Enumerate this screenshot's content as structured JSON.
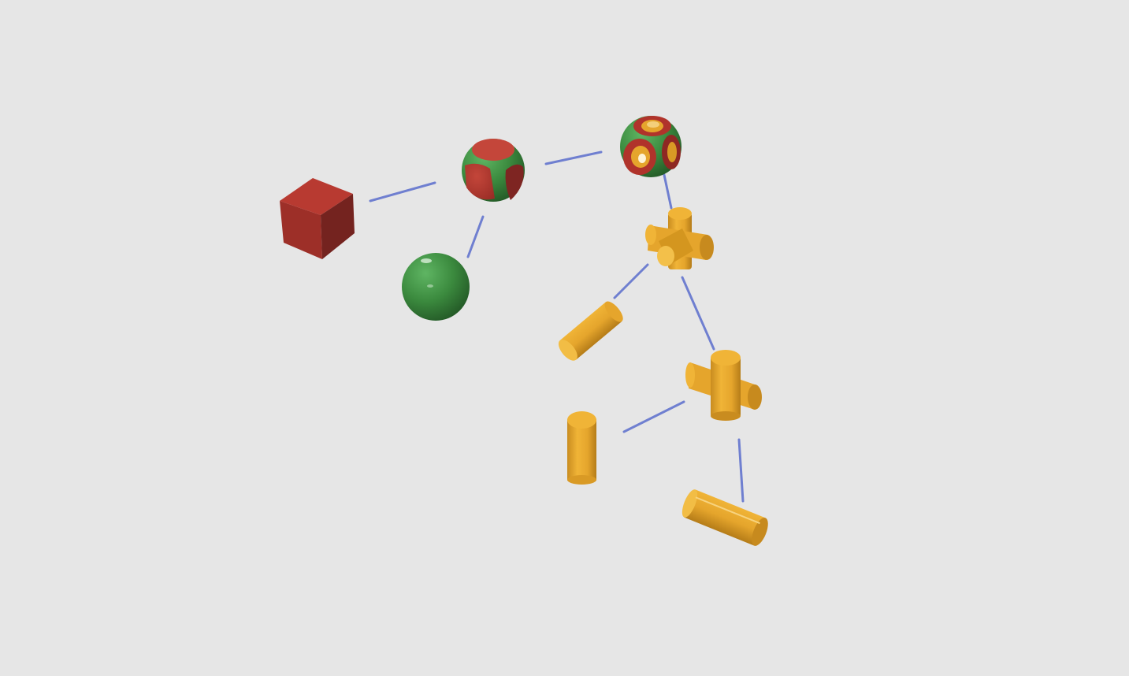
{
  "scene": {
    "kind": "csg-tree",
    "background_color": "#e6e6e6",
    "connector_color": "#6f7fd0",
    "colors": {
      "red": "#b0332b",
      "red_dark": "#7e2522",
      "green": "#3b8a3e",
      "green_dark": "#275f2b",
      "orange": "#e5a52c",
      "orange_dark": "#b8801c"
    },
    "nodes": [
      {
        "id": "result-difference",
        "shape": "rounded-cube-with-cylinder-holes",
        "operation": "difference",
        "colors": [
          "green",
          "red",
          "orange"
        ]
      },
      {
        "id": "intersection",
        "shape": "rounded-cube",
        "operation": "intersection",
        "colors": [
          "green",
          "red"
        ]
      },
      {
        "id": "cube",
        "shape": "cube",
        "colors": [
          "red"
        ]
      },
      {
        "id": "sphere",
        "shape": "sphere",
        "colors": [
          "green"
        ]
      },
      {
        "id": "union-3-cylinders",
        "shape": "three-cylinder-cross",
        "operation": "union",
        "colors": [
          "orange"
        ]
      },
      {
        "id": "cylinder-x",
        "shape": "cylinder",
        "colors": [
          "orange"
        ]
      },
      {
        "id": "union-2-cylinders",
        "shape": "two-cylinder-cross",
        "operation": "union",
        "colors": [
          "orange"
        ]
      },
      {
        "id": "cylinder-y",
        "shape": "cylinder",
        "colors": [
          "orange"
        ]
      },
      {
        "id": "cylinder-z",
        "shape": "cylinder",
        "colors": [
          "orange"
        ]
      }
    ],
    "edges": [
      {
        "from": "result-difference",
        "to": "intersection"
      },
      {
        "from": "result-difference",
        "to": "union-3-cylinders"
      },
      {
        "from": "intersection",
        "to": "cube"
      },
      {
        "from": "intersection",
        "to": "sphere"
      },
      {
        "from": "union-3-cylinders",
        "to": "cylinder-x"
      },
      {
        "from": "union-3-cylinders",
        "to": "union-2-cylinders"
      },
      {
        "from": "union-2-cylinders",
        "to": "cylinder-y"
      },
      {
        "from": "union-2-cylinders",
        "to": "cylinder-z"
      }
    ]
  }
}
